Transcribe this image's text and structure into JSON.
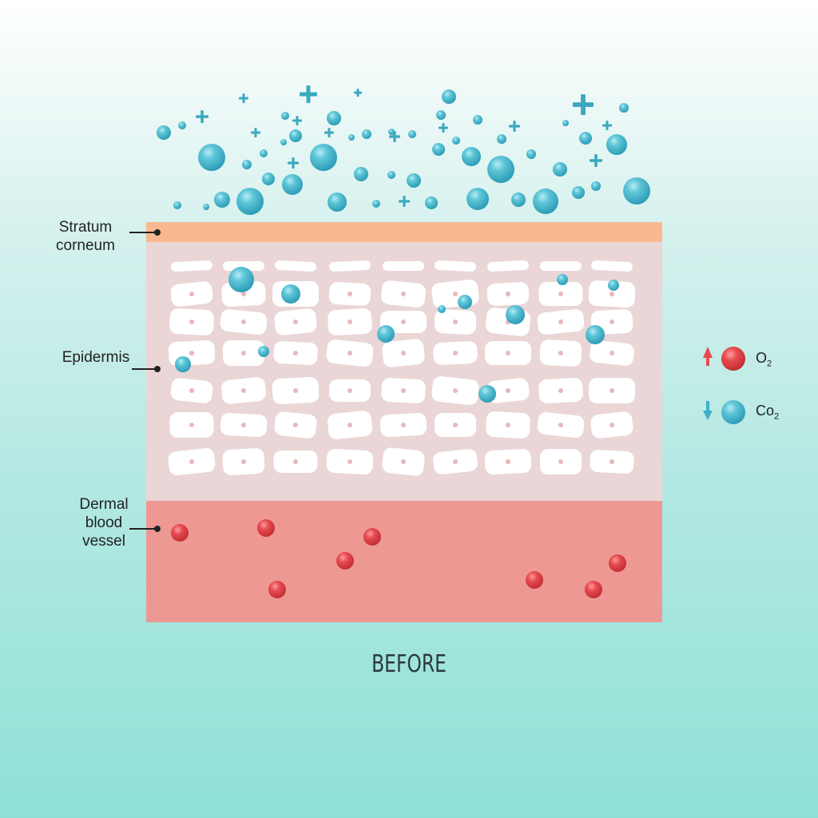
{
  "labels": {
    "stratum": [
      "Stratum",
      "corneum"
    ],
    "epidermis": "Epidermis",
    "dermal": [
      "Dermal",
      "blood",
      "vessel"
    ]
  },
  "caption": "BEFORE",
  "legend": [
    {
      "arrow": "up",
      "color": "#e64a4f",
      "main": "O",
      "sub": "2"
    },
    {
      "arrow": "down",
      "color": "#3fb1c8",
      "main": "Co",
      "sub": "2"
    }
  ],
  "colors": {
    "oxygen": "#e64a4f",
    "co2": "#3fb1c8",
    "stratum": "#f9b890",
    "epidermis": "#ead6d6",
    "dermis": "#ee9893"
  }
}
